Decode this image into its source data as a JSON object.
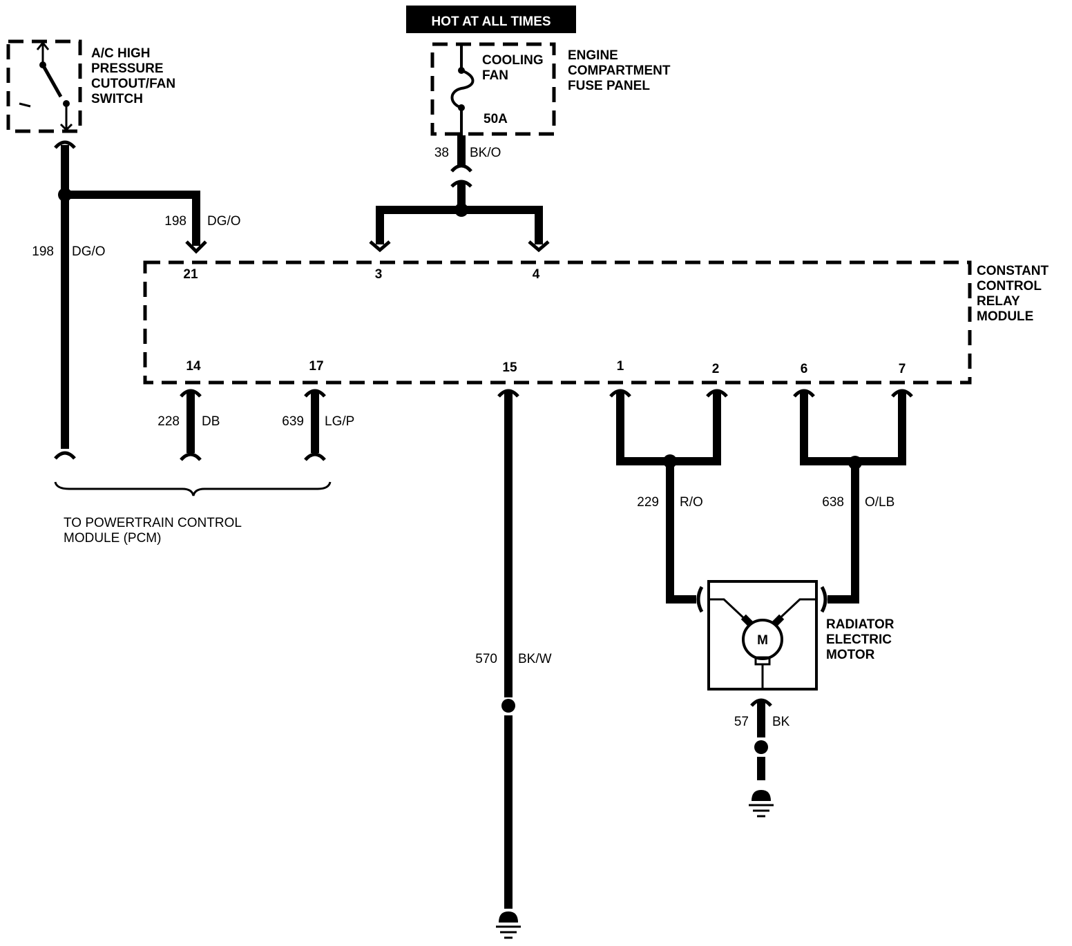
{
  "header": {
    "hot_label": "HOT AT ALL TIMES"
  },
  "components": {
    "ac_switch": [
      "A/C HIGH",
      "PRESSURE",
      "CUTOUT/FAN",
      "SWITCH"
    ],
    "fuse_panel": [
      "ENGINE",
      "COMPARTMENT",
      "FUSE PANEL"
    ],
    "fuse_name": [
      "COOLING",
      "FAN"
    ],
    "fuse_rating": "50A",
    "relay_module": [
      "CONSTANT",
      "CONTROL",
      "RELAY",
      "MODULE"
    ],
    "motor": [
      "RADIATOR",
      "ELECTRIC",
      "MOTOR"
    ],
    "motor_symbol": "M",
    "pcm": [
      "TO POWERTRAIN CONTROL",
      "MODULE (PCM)"
    ]
  },
  "pins": {
    "p21": "21",
    "p3": "3",
    "p4": "4",
    "p14": "14",
    "p17": "17",
    "p15": "15",
    "p1": "1",
    "p2": "2",
    "p6": "6",
    "p7": "7"
  },
  "wires": {
    "w38": {
      "num": "38",
      "color": "BK/O"
    },
    "w198_top": {
      "num": "198",
      "color": "DG/O"
    },
    "w198_left": {
      "num": "198",
      "color": "DG/O"
    },
    "w228": {
      "num": "228",
      "color": "DB"
    },
    "w639": {
      "num": "639",
      "color": "LG/P"
    },
    "w570": {
      "num": "570",
      "color": "BK/W"
    },
    "w229": {
      "num": "229",
      "color": "R/O"
    },
    "w638": {
      "num": "638",
      "color": "O/LB"
    },
    "w57": {
      "num": "57",
      "color": "BK"
    }
  }
}
